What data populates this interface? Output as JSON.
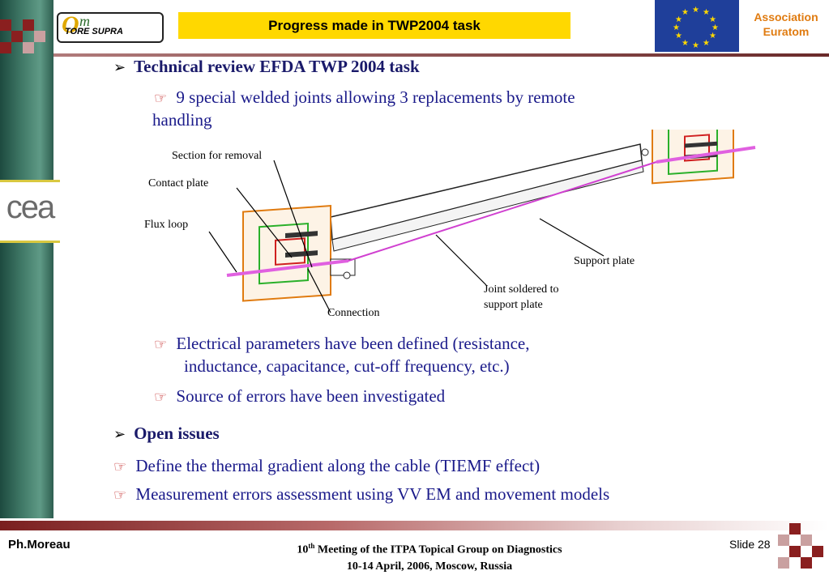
{
  "header": {
    "logo_letter": "O",
    "logo_mark": "m",
    "logo_text": "TORE SUPRA",
    "title": "Progress made in TWP2004 task",
    "association_line1": "Association",
    "association_line2": "Euratom",
    "cea_logo": "cea"
  },
  "section1": {
    "arrow": "➢",
    "heading": "Technical review EFDA TWP 2004 task",
    "bullet_icon": "☞",
    "item1": "9 special welded joints allowing 3 replacements by remote",
    "item1_cont": "handling",
    "item2_line1": "Electrical parameters have been defined (resistance,",
    "item2_line2": "inductance, capacitance, cut-off frequency, etc.)",
    "item3": "Source of errors have been investigated"
  },
  "diagram": {
    "labels": {
      "section_for_removal": "Section for removal",
      "contact_plate": "Contact plate",
      "flux_loop": "Flux loop",
      "support_plate": "Support plate",
      "joint_line1": "Joint soldered to",
      "joint_line2": "support plate",
      "connection": "Connection"
    }
  },
  "section2": {
    "arrow": "➢",
    "heading": "Open issues",
    "bullet_icon": "☞",
    "item1": "Define the thermal gradient along the cable (TIEMF effect)",
    "item2": "Measurement errors assessment using VV EM and movement models"
  },
  "footer": {
    "author": "Ph.Moreau",
    "meeting_num": "10",
    "meeting_sup": "th",
    "meeting_rest": " Meeting of the ITPA Topical Group on Diagnostics",
    "meeting_line2": "10-14 April, 2006, Moscow, Russia",
    "slide_label": "Slide 28"
  },
  "colors": {
    "title_bg": "#ffd800",
    "text_blue": "#1a1a8a",
    "bullet_red": "#c02020",
    "association_orange": "#e07b10",
    "eu_blue": "#1f3f9a",
    "footer_maroon": "#7a1f1f"
  }
}
